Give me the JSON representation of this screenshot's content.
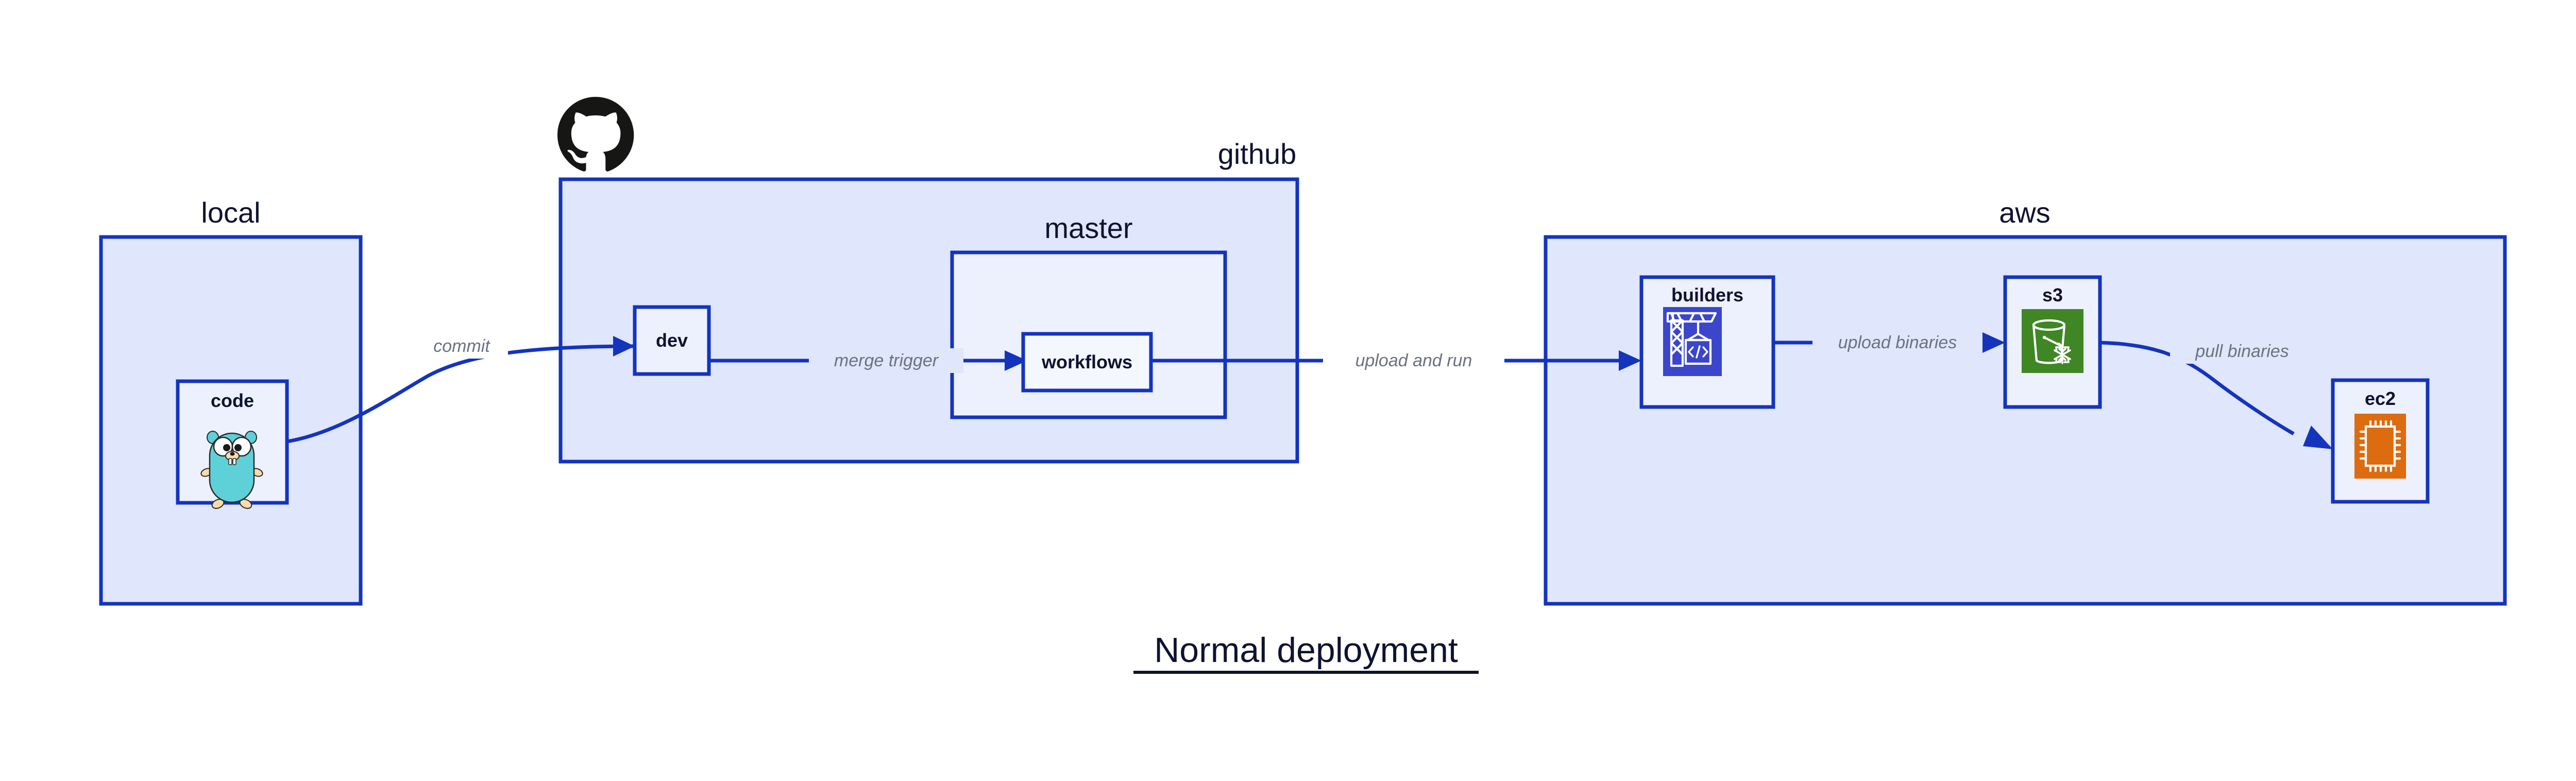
{
  "diagram": {
    "title": "Normal deployment",
    "background": "#ffffff",
    "accent_blue": "#1434be",
    "container_fill": "#e0e6fb",
    "node_fill": "#edf1fd",
    "label_gray": "#6b7280",
    "text_navy": "#0d1330"
  },
  "groups": {
    "local": {
      "label": "local"
    },
    "github": {
      "label": "github",
      "logo": "github-octocat-logo"
    },
    "master": {
      "label": "master"
    },
    "aws": {
      "label": "aws"
    }
  },
  "nodes": {
    "code": {
      "label": "code",
      "icon": "go-gopher-icon",
      "icon_color": "#5ed0d8"
    },
    "dev": {
      "label": "dev",
      "icon": "none"
    },
    "workflows": {
      "label": "workflows",
      "icon": "none"
    },
    "builders": {
      "label": "builders",
      "icon": "aws-codebuild-icon",
      "icon_color": "#3b46cc"
    },
    "s3": {
      "label": "s3",
      "icon": "aws-s3-glacier-icon",
      "icon_color": "#3f8624"
    },
    "ec2": {
      "label": "ec2",
      "icon": "aws-ec2-chip-icon",
      "icon_color": "#dd6b10"
    }
  },
  "edges": [
    {
      "id": "commit",
      "from": "code",
      "to": "dev",
      "label": "commit"
    },
    {
      "id": "merge-trigger",
      "from": "dev",
      "to": "workflows",
      "label": "merge trigger"
    },
    {
      "id": "upload-and-run",
      "from": "workflows",
      "to": "builders",
      "label": "upload and run"
    },
    {
      "id": "upload-binaries",
      "from": "builders",
      "to": "s3",
      "label": "upload binaries"
    },
    {
      "id": "pull-binaries",
      "from": "s3",
      "to": "ec2",
      "label": "pull binaries"
    }
  ]
}
